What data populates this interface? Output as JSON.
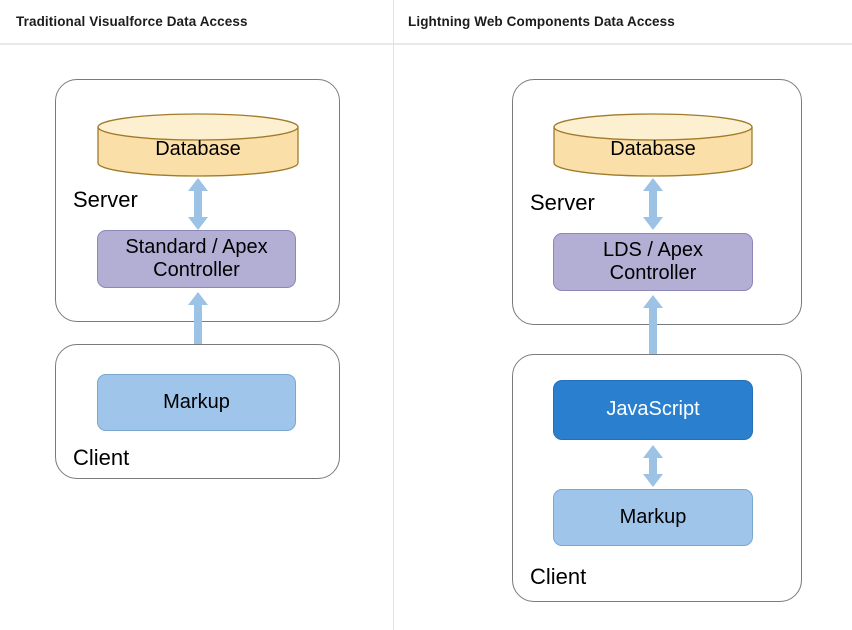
{
  "headers": {
    "left": "Traditional Visualforce Data Access",
    "right": "Lightning Web Components Data Access"
  },
  "colors": {
    "database_fill": "#fbdfa8",
    "database_top_fill": "#fdf0d0",
    "database_stroke": "#a07b2c",
    "controller_fill": "#b3aed4",
    "markup_fill": "#9fc5ea",
    "javascript_fill": "#2a80ce",
    "arrow_fill": "#9cc3e5",
    "zone_stroke": "#7b7b7b",
    "divider": "#e2e2e2",
    "header_text": "#1c1c1c"
  },
  "left_panel": {
    "server_zone": {
      "label": "Server",
      "database": "Database",
      "controller": "Standard / Apex Controller",
      "controller_line1": "Standard / Apex",
      "controller_line2": "Controller"
    },
    "client_zone": {
      "label": "Client",
      "markup": "Markup"
    },
    "arrows": [
      {
        "name": "database-to-controller-arrow",
        "direction": "bidirectional"
      },
      {
        "name": "controller-to-markup-arrow",
        "direction": "bidirectional"
      }
    ]
  },
  "right_panel": {
    "server_zone": {
      "label": "Server",
      "database": "Database",
      "controller": "LDS / Apex Controller",
      "controller_line1": "LDS / Apex",
      "controller_line2": "Controller"
    },
    "client_zone": {
      "label": "Client",
      "javascript": "JavaScript",
      "markup": "Markup"
    },
    "arrows": [
      {
        "name": "database-to-controller-arrow",
        "direction": "bidirectional"
      },
      {
        "name": "controller-to-javascript-arrow",
        "direction": "bidirectional"
      },
      {
        "name": "javascript-to-markup-arrow",
        "direction": "bidirectional"
      }
    ]
  }
}
